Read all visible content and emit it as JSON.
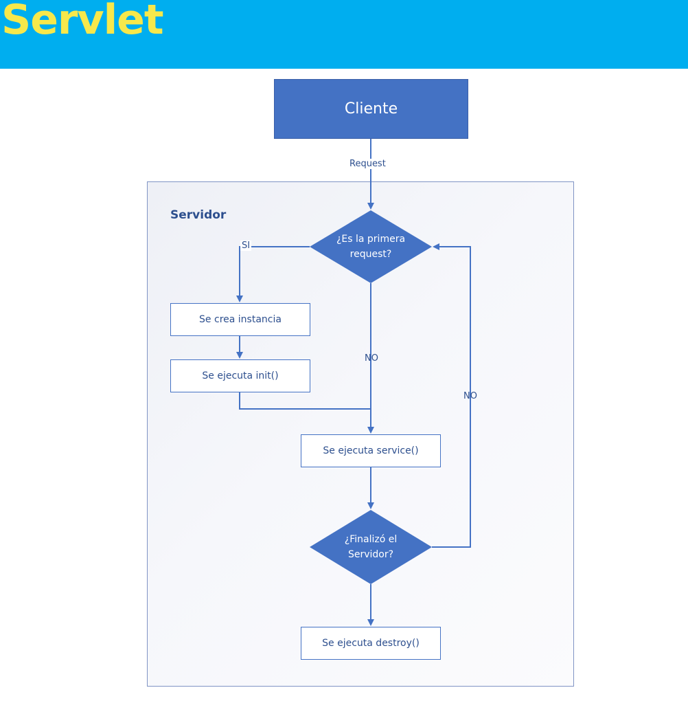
{
  "header": {
    "title": "Servlet",
    "background_color": "#00aeef",
    "title_color": "#f7e84b"
  },
  "diagram": {
    "client": "Cliente",
    "request_label": "Request",
    "server_label": "Servidor",
    "decision_first": {
      "line1": "¿Es la primera",
      "line2": "request?"
    },
    "yes_label": "SI",
    "no_label_center": "NO",
    "no_label_loop": "NO",
    "step_create": "Se crea instancia",
    "step_init": "Se ejecuta init()",
    "step_service": "Se ejecuta service()",
    "decision_end": {
      "line1": "¿Finalizó el",
      "line2": "Servidor?"
    },
    "step_destroy": "Se ejecuta destroy()",
    "colors": {
      "shape_fill": "#4472c4",
      "line": "#4472c4",
      "text": "#2d4f8e"
    }
  }
}
